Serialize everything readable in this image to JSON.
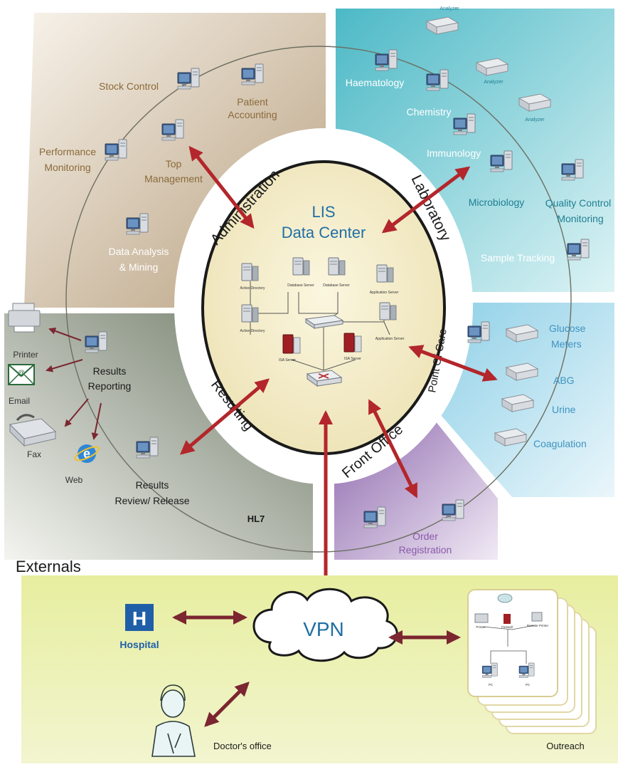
{
  "center": {
    "title_line1": "LIS",
    "title_line2": "Data Center"
  },
  "servers": {
    "active_directory_1": "Active Directory",
    "database_server_1": "Database Server",
    "database_server_2": "Database Server",
    "application_server_1": "Application Server",
    "active_directory_2": "Active Directory",
    "application_server_2": "Application Server",
    "isa_server_1": "ISA Server",
    "isa_server_2": "ISA Server"
  },
  "sectors": {
    "administration": {
      "label": "Administration",
      "items": {
        "stock_control": "Stock Control",
        "patient_accounting_1": "Patient",
        "patient_accounting_2": "Accounting",
        "performance_1": "Performance",
        "performance_2": "Monitoring",
        "top_management_1": "Top",
        "top_management_2": "Management",
        "data_analysis_1": "Data Analysis",
        "data_analysis_2": "& Mining"
      }
    },
    "laboratory": {
      "label": "Laboratory",
      "items": {
        "haematology": "Haematology",
        "chemistry": "Chemistry",
        "immunology": "Immunology",
        "microbiology": "Microbiology",
        "qc_1": "Quality Control",
        "qc_2": "Monitoring",
        "sample_tracking": "Sample Tracking",
        "analyzer": "Analyzer"
      }
    },
    "point_of_care": {
      "label": "Point Of Care",
      "items": {
        "glucose_1": "Glucose",
        "glucose_2": "Meters",
        "abg": "ABG",
        "urine": "Urine",
        "coagulation": "Coagulation"
      }
    },
    "front_office": {
      "label": "Front Office",
      "items": {
        "order_1": "Order",
        "order_2": "Registration"
      }
    },
    "resulting": {
      "label": "Resulting",
      "items": {
        "printer": "Printer",
        "email": "Email",
        "fax": "Fax",
        "web": "Web",
        "results_reporting_1": "Results",
        "results_reporting_2": "Reporting",
        "results_review_1": "Results",
        "results_review_2": "Review/ Release",
        "hl7": "HL7"
      }
    }
  },
  "externals": {
    "label": "Externals",
    "vpn": "VPN",
    "hospital_letter": "H",
    "hospital": "Hospital",
    "doctor": "Doctor's office",
    "outreach": "Outreach",
    "outreach_nodes": {
      "printer": "Printer",
      "firewall": "Firewall",
      "remote_printer": "Remote Printer",
      "pc1": "PC",
      "pc2": "PC"
    }
  },
  "colors": {
    "administration": "#c9b9a0",
    "laboratory": "#5fc3cf",
    "point_of_care": "#a7d7ea",
    "front_office": "#9a78b5",
    "resulting": "#7f8a78",
    "externals": "#e4eba0",
    "arrow": "#b3262b",
    "dark_arrow": "#7b2630",
    "brown_text": "#8a6a3a",
    "lab_text": "#1f7f92",
    "poc_text": "#3f93c1",
    "purple_text": "#8b5aa8",
    "hospital_blue": "#1f5fa8"
  }
}
